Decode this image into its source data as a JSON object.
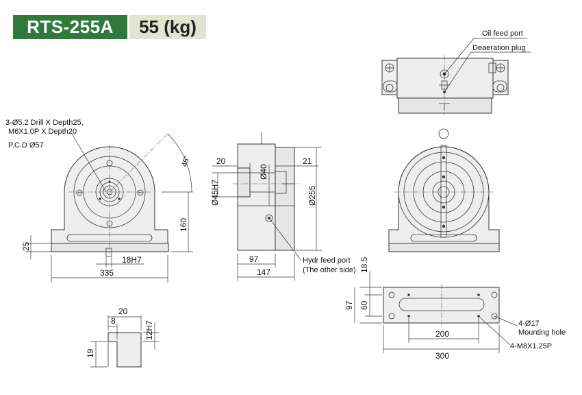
{
  "header": {
    "model": "RTS-255A",
    "weight": "55 (kg)"
  },
  "colors": {
    "model_bg": "#2f7a3a",
    "weight_bg": "#dfe5d0"
  },
  "labels": {
    "oil_feed_port": "Oil feed port",
    "deaeration_plug": "Deaeration plug",
    "drill_line1": "3-Ø5.2 Drill X Depth25,",
    "drill_line2": "M6X1.0P X Depth20",
    "pcd": "P.C.D Ø57",
    "angle_45": "45°",
    "hydr_feed_port": "Hydr feed port",
    "other_side": "(The other side)",
    "mounting_hole_count": "4-Ø17",
    "mounting_hole": "Mounting hole",
    "thread": "4-M8X1.25P"
  },
  "dimensions": {
    "front_width": "335",
    "front_height": "160",
    "front_base": "25",
    "front_slot": "18H7",
    "side_left": "20",
    "side_bore": "Ø40",
    "side_right": "21",
    "side_spindle": "Ø45H7",
    "side_diameter": "Ø255",
    "side_depth": "97",
    "side_total": "147",
    "key_width": "20",
    "key_inner": "8",
    "key_height": "12H7",
    "key_base": "19",
    "base_top_offset": "18.5",
    "base_inner": "60",
    "base_depth": "97",
    "base_hole_span": "200",
    "base_length": "300"
  }
}
